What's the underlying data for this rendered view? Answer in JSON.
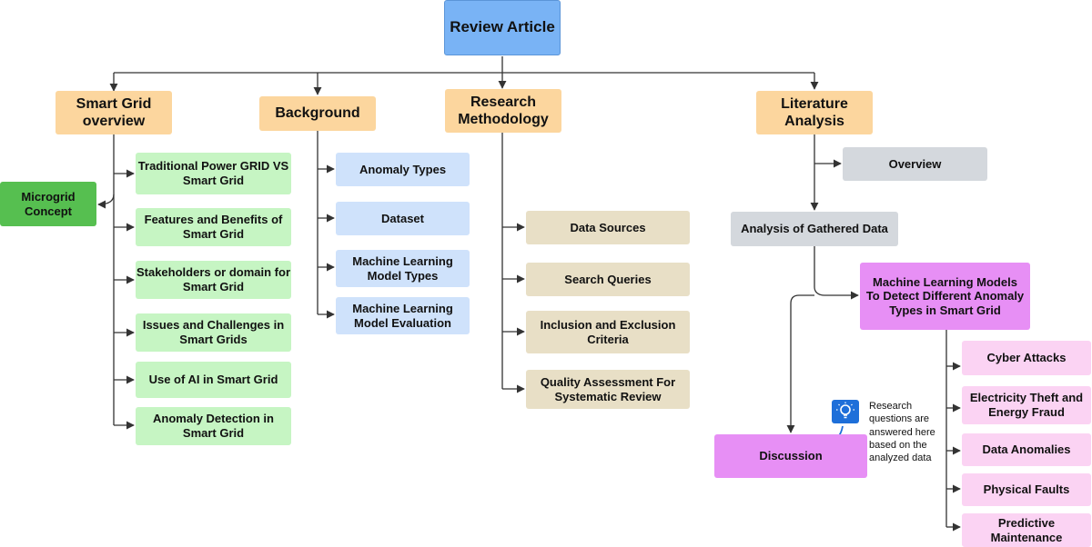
{
  "root": "Review Article",
  "branches": {
    "smart_grid": {
      "title": "Smart Grid overview",
      "items": [
        "Traditional Power GRID VS Smart Grid",
        "Features and Benefits of Smart Grid",
        "Stakeholders or domain for Smart Grid",
        "Issues and Challenges in Smart Grids",
        "Use of AI in Smart Grid",
        "Anomaly Detection in Smart Grid"
      ],
      "side_item": "Microgrid Concept"
    },
    "background": {
      "title": "Background",
      "items": [
        "Anomaly Types",
        "Dataset",
        "Machine Learning Model Types",
        "Machine Learning Model Evaluation"
      ]
    },
    "methodology": {
      "title": "Research Methodology",
      "items": [
        "Data Sources",
        "Search Queries",
        "Inclusion and Exclusion Criteria",
        "Quality Assessment For Systematic Review"
      ]
    },
    "literature": {
      "title": "Literature Analysis",
      "overview": "Overview",
      "analysis": "Analysis of Gathered Data",
      "ml_models": "Machine Learning Models To Detect Different Anomaly Types in Smart Grid",
      "anomaly_types": [
        "Cyber Attacks",
        "Electricity Theft and Energy Fraud",
        "Data Anomalies",
        "Physical Faults",
        "Predictive Maintenance"
      ],
      "discussion": "Discussion",
      "note": "Research questions are answered here based on the analyzed data"
    }
  },
  "colors": {
    "root": "#79b3f5",
    "category": "#fcd69e",
    "smart_grid_items": "#c6f5c3",
    "microgrid": "#56bf50",
    "background_items": "#cfe2fb",
    "methodology_items": "#e8dfc6",
    "literature_steps": "#d4d8dd",
    "ml_models": "#e78ff5",
    "anomaly_types": "#fbd3f3",
    "connector": "#333333"
  },
  "icons": {
    "note_icon": "lightbulb-icon"
  }
}
